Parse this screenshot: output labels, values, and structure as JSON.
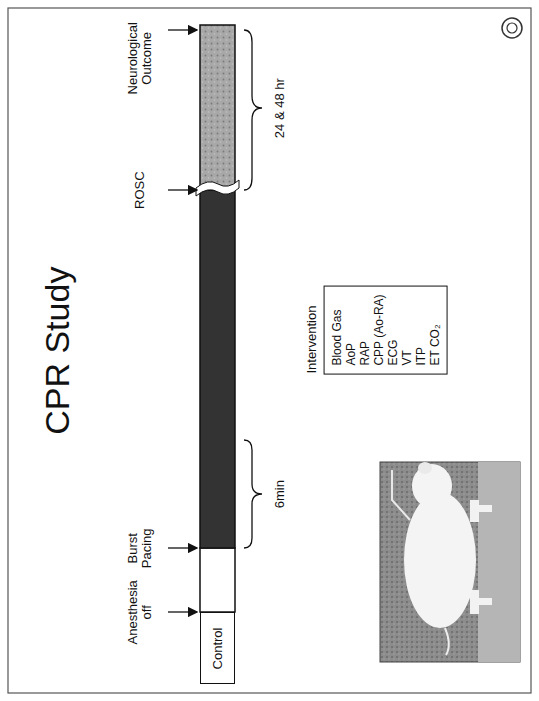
{
  "diagram": {
    "title": "CPR Study",
    "nodes": [
      {
        "text": [
          "Control"
        ]
      },
      {
        "text": [
          "Intervention",
          "Blood Gas",
          "AoP",
          "RAP",
          "CPP (Ao-RA)",
          "ECG",
          "VT",
          "ITP",
          "ET CO₂"
        ]
      }
    ],
    "labels": [
      "Anesthesia off",
      "Burst Pacing",
      "ROSC",
      "Neurological Outcome",
      "6min",
      "24 & 48 hr"
    ]
  }
}
